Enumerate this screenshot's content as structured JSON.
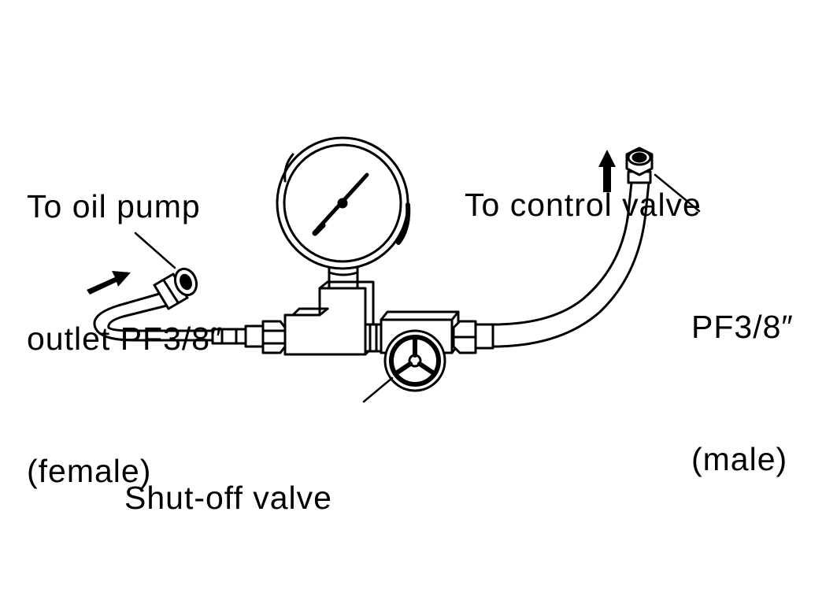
{
  "labels": {
    "inlet": {
      "line1": "To oil pump",
      "line2": "outlet PF3/8″",
      "line3": "(female)"
    },
    "outlet": {
      "line1": "To control valve"
    },
    "outlet_fitting": {
      "line1": "PF3/8″",
      "line2": "(male)"
    },
    "shutoff_valve": {
      "line1": "Shut-off valve"
    }
  },
  "colors": {
    "ink": "#000000",
    "paper": "#ffffff"
  },
  "icons": {
    "inlet_flow": "arrow-up-right-icon",
    "outlet_flow": "arrow-up-icon"
  }
}
